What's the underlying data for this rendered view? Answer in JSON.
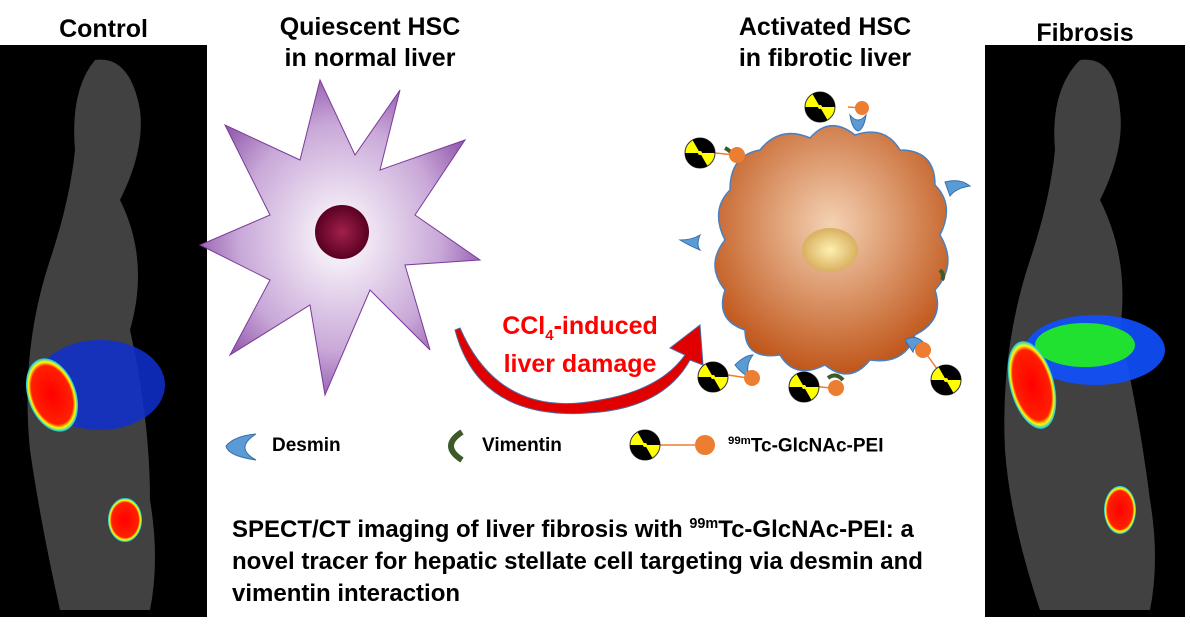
{
  "labels": {
    "control": "Control",
    "fibrosis": "Fibrosis",
    "quiescent_line1": "Quiescent HSC",
    "quiescent_line2": "in normal liver",
    "activated_line1": "Activated HSC",
    "activated_line2": "in fibrotic liver",
    "arrow_pre": "CCl",
    "arrow_sub": "4",
    "arrow_post": "-induced",
    "arrow_line2": "liver damage"
  },
  "legend": {
    "desmin": "Desmin",
    "vimentin": "Vimentin",
    "tracer_sup": "99m",
    "tracer": "Tc-GlcNAc-PEI"
  },
  "caption": {
    "part1": "SPECT/CT imaging of liver fibrosis with ",
    "sup": "99m",
    "part2": "Tc-GlcNAc-PEI: a novel tracer for hepatic stellate cell targeting via desmin and vimentin interaction"
  },
  "colors": {
    "desmin": "#5b9bd5",
    "vimentin": "#3d5a2a",
    "tracer": "#ed7d31",
    "arrow": "#e00000"
  }
}
